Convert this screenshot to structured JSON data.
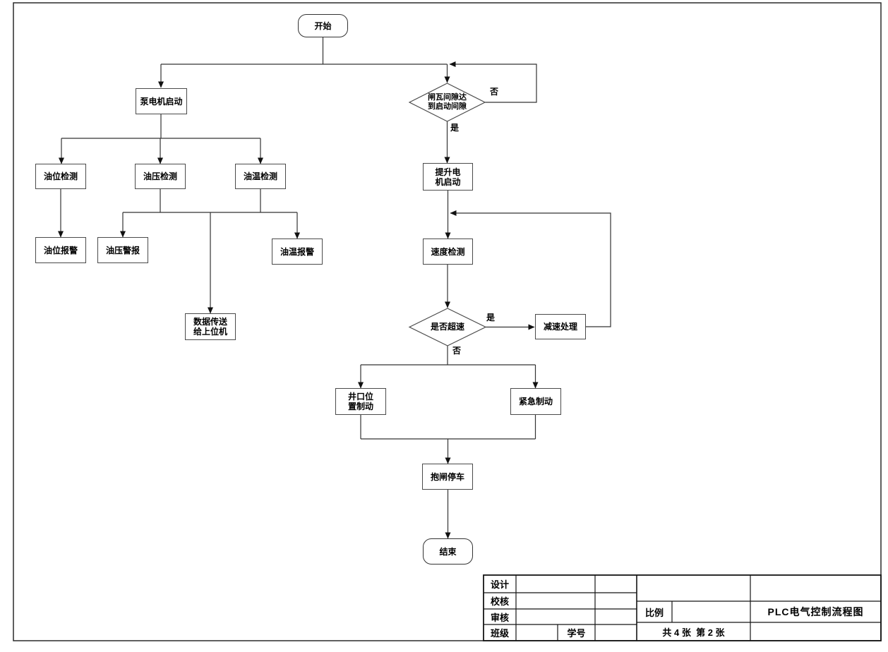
{
  "drawing": {
    "background": "#ffffff",
    "line_color": "#333333",
    "box_border_color": "#4a4a4a"
  },
  "nodes": {
    "start": "开始",
    "pump_motor_start": "泵电机启动",
    "oil_level_detect": "油位检测",
    "oil_pressure_detect": "油压检测",
    "oil_temp_detect": "油温检测",
    "oil_level_alarm": "油位报警",
    "oil_pressure_alarm": "油压警报",
    "oil_temp_alarm": "油温报警",
    "data_to_host": "数据传送\n给上位机",
    "brake_gap_check": "闸瓦间隙达\n到启动间隙",
    "hoist_motor_start": "提升电\n机启动",
    "speed_detect": "速度检测",
    "overspeed_check": "是否超速",
    "decelerate": "减速处理",
    "wellhead_brake": "井口位\n置制动",
    "emergency_brake": "紧急制动",
    "brake_stop": "抱闸停车",
    "end": "结束"
  },
  "edge_labels": {
    "gap_no": "否",
    "gap_yes": "是",
    "overspeed_yes": "是",
    "overspeed_no": "否"
  },
  "title_block": {
    "design": "设计",
    "check": "校核",
    "review": "审核",
    "class": "班级",
    "student_id": "学号",
    "scale": "比例",
    "sheets": "共 4 张  第 2 张",
    "title": "PLC电气控制流程图"
  }
}
